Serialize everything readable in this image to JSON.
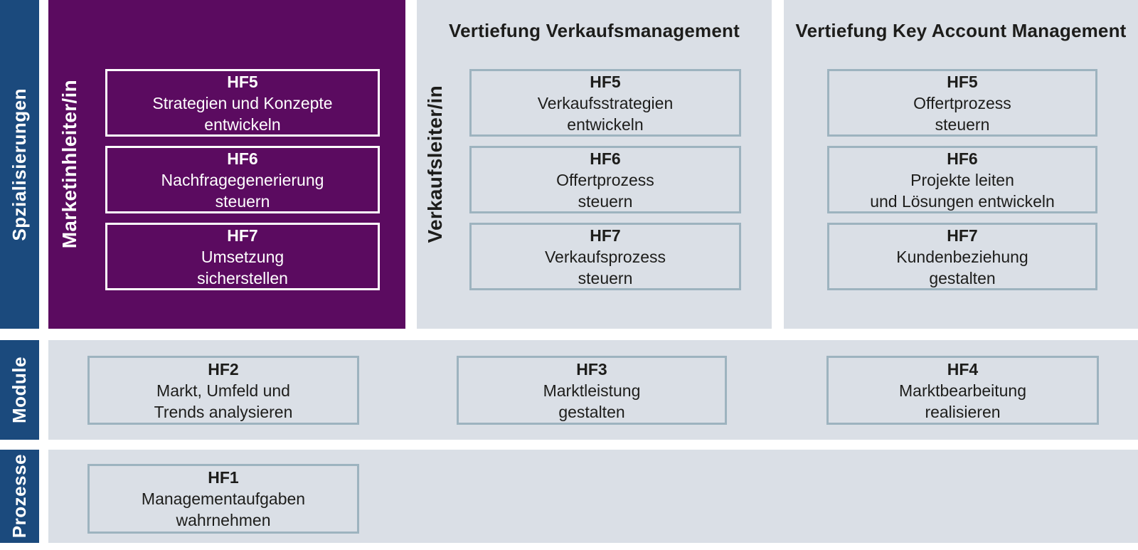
{
  "sidebar": {
    "rows": [
      {
        "label": "Spzialisierungen"
      },
      {
        "label": "Module"
      },
      {
        "label": "Prozesse"
      }
    ]
  },
  "columns": [
    {
      "vertical_label": "Marketinhleiter/in",
      "boxes": [
        {
          "code": "HF5",
          "lines": [
            "Strategien und Konzepte",
            "entwickeln"
          ]
        },
        {
          "code": "HF6",
          "lines": [
            "Nachfragegenerierung",
            "steuern"
          ]
        },
        {
          "code": "HF7",
          "lines": [
            "Umsetzung",
            "sicherstellen"
          ]
        }
      ]
    },
    {
      "vertical_label": "Verkaufsleiter/in",
      "header": "Vertiefung Verkaufsmanagement",
      "boxes": [
        {
          "code": "HF5",
          "lines": [
            "Verkaufsstrategien",
            "entwickeln"
          ]
        },
        {
          "code": "HF6",
          "lines": [
            "Offertprozess",
            "steuern"
          ]
        },
        {
          "code": "HF7",
          "lines": [
            "Verkaufsprozess",
            "steuern"
          ]
        }
      ]
    },
    {
      "header": "Vertiefung Key Account Management",
      "boxes": [
        {
          "code": "HF5",
          "lines": [
            "Offertprozess",
            "steuern"
          ]
        },
        {
          "code": "HF6",
          "lines": [
            "Projekte leiten",
            "und Lösungen entwickeln"
          ]
        },
        {
          "code": "HF7",
          "lines": [
            "Kundenbeziehung",
            "gestalten"
          ]
        }
      ]
    }
  ],
  "module_row": {
    "boxes": [
      {
        "code": "HF2",
        "lines": [
          "Markt, Umfeld und",
          "Trends analysieren"
        ]
      },
      {
        "code": "HF3",
        "lines": [
          "Marktleistung",
          "gestalten"
        ]
      },
      {
        "code": "HF4",
        "lines": [
          "Marktbearbeitung",
          "realisieren"
        ]
      }
    ]
  },
  "prozesse_row": {
    "boxes": [
      {
        "code": "HF1",
        "lines": [
          "Managementaufgaben",
          "wahrnehmen"
        ]
      }
    ]
  },
  "colors": {
    "navy": "#1b4a7d",
    "purple": "#5b0b60",
    "panel_gray": "#dadfe6",
    "box_border": "#9db3bf",
    "text_dark": "#1d1d1b",
    "text_light": "#ffffff"
  }
}
